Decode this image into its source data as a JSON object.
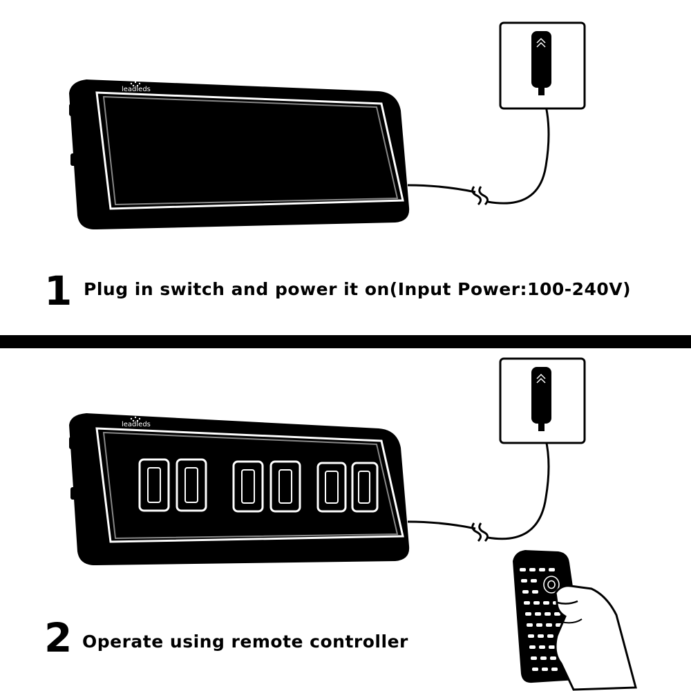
{
  "brand": "leadleds",
  "step1": {
    "number": "1",
    "text": "Plug in switch and power it on(Input Power:100-240V)"
  },
  "step2": {
    "number": "2",
    "text": "Operate using remote controller"
  },
  "display": {
    "digits": "00 00 00"
  },
  "colors": {
    "ink": "#000000",
    "frame": "#ffffff",
    "background": "#ffffff"
  },
  "icons": [
    "power-outlet-icon",
    "power-plug-icon",
    "remote-control-icon",
    "hand-icon"
  ]
}
